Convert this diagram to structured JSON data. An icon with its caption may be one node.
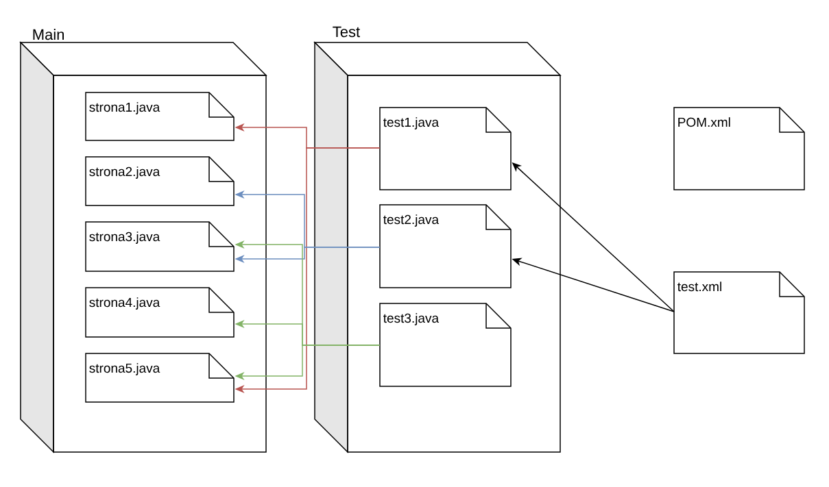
{
  "diagram": {
    "nodes": [
      {
        "text": [
          "Main"
        ]
      },
      {
        "text": [
          "strona1.java"
        ],
        "in": 0
      },
      {
        "text": [
          "strona2.java"
        ],
        "in": 0
      },
      {
        "text": [
          "strona3.java"
        ],
        "in": 0
      },
      {
        "text": [
          "strona4.java"
        ],
        "in": 0
      },
      {
        "text": [
          "strona5.java"
        ],
        "in": 0
      },
      {
        "text": [
          "Test"
        ]
      },
      {
        "text": [
          "test1.java"
        ],
        "in": 6
      },
      {
        "text": [
          "test2.java"
        ],
        "in": 6
      },
      {
        "text": [
          "test3.java"
        ],
        "in": 6
      },
      {
        "text": [
          "POM.xml"
        ]
      },
      {
        "text": [
          "test.xml"
        ]
      }
    ],
    "edges": [
      {
        "from": 7,
        "to": 1,
        "arrow": "to",
        "color": "#b85450"
      },
      {
        "from": 7,
        "to": 5,
        "arrow": "to",
        "color": "#b85450"
      },
      {
        "from": 8,
        "to": 2,
        "arrow": "to",
        "color": "#6c8ebf"
      },
      {
        "from": 8,
        "to": 3,
        "arrow": "to",
        "color": "#6c8ebf"
      },
      {
        "from": 9,
        "to": 3,
        "arrow": "to",
        "color": "#82b366"
      },
      {
        "from": 9,
        "to": 4,
        "arrow": "to",
        "color": "#82b366"
      },
      {
        "from": 9,
        "to": 5,
        "arrow": "to",
        "color": "#82b366"
      },
      {
        "from": 11,
        "to": 7,
        "arrow": "to",
        "color": "#000000"
      },
      {
        "from": 11,
        "to": 8,
        "arrow": "to",
        "color": "#000000"
      }
    ]
  }
}
